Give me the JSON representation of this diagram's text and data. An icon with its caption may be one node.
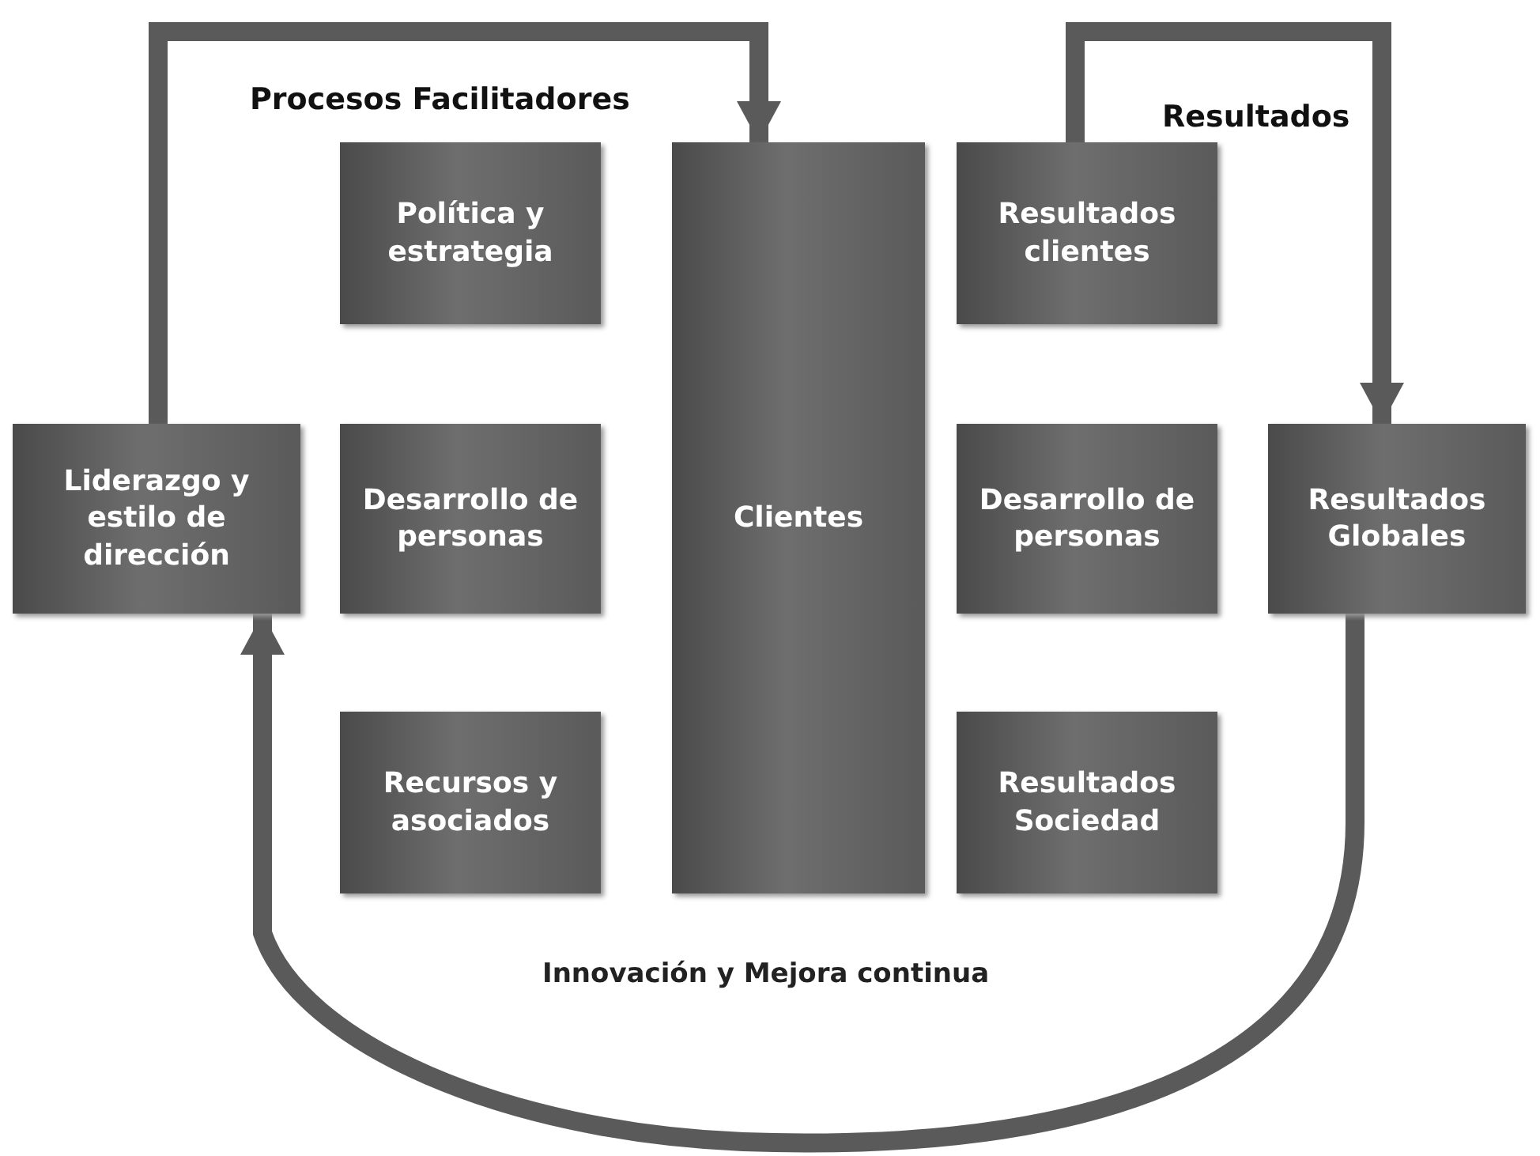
{
  "diagram": {
    "nodes": [
      {
        "text": [
          "Liderazgo y estilo de dirección"
        ]
      },
      {
        "text": [
          "Política y estrategia"
        ]
      },
      {
        "text": [
          "Desarrollo de personas"
        ]
      },
      {
        "text": [
          "Recursos y asociados"
        ]
      },
      {
        "text": [
          "Clientes"
        ]
      },
      {
        "text": [
          "Resultados clientes"
        ]
      },
      {
        "text": [
          "Desarrollo de personas"
        ]
      },
      {
        "text": [
          "Resultados Sociedad"
        ]
      },
      {
        "text": [
          "Resultados Globales"
        ]
      }
    ],
    "edges": [
      {
        "from": 0,
        "to": 4,
        "arrow": "to"
      },
      {
        "from": 5,
        "to": 8,
        "arrow": "to"
      },
      {
        "from": 8,
        "to": 0,
        "arrow": "to",
        "label": "Innovación y Mejora continua"
      }
    ],
    "labels": [
      "Procesos Facilitadores",
      "Resultados"
    ]
  }
}
